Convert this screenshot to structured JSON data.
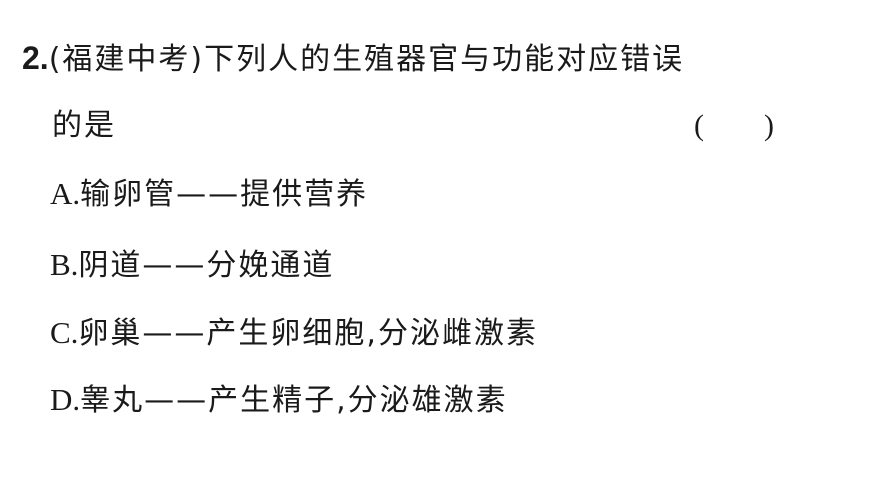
{
  "question": {
    "number": "2.",
    "stem_line1": "(福建中考)下列人的生殖器官与功能对应错误",
    "stem_line2": "的是",
    "answer_blank": "(　　)"
  },
  "options": [
    {
      "letter": "A.",
      "text": "输卵管——提供营养"
    },
    {
      "letter": "B.",
      "text": "阴道——分娩通道"
    },
    {
      "letter": "C.",
      "text": "卵巢——产生卵细胞,分泌雌激素"
    },
    {
      "letter": "D.",
      "text": "睾丸——产生精子,分泌雄激素"
    }
  ]
}
